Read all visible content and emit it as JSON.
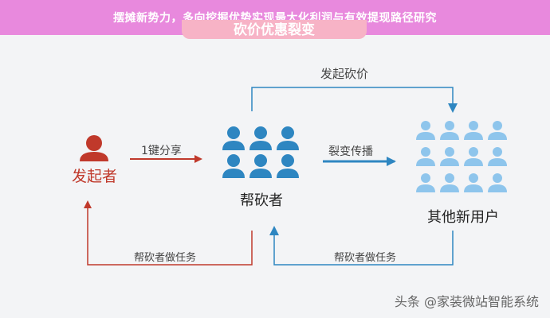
{
  "banner": {
    "title": "摆摊新势力，多向挖掘优势实现最大化利润与有效提现路径研究"
  },
  "header": {
    "title": "砍价优惠裂变"
  },
  "nodes": {
    "initiator": "发起者",
    "helpers": "帮砍者",
    "others": "其他新用户"
  },
  "edges": {
    "share": "1键分享",
    "spread": "裂变传播",
    "bargain": "发起砍价",
    "task_left": "帮砍者做任务",
    "task_right": "帮砍者做任务"
  },
  "watermark": "头条 @家装微站智能系统",
  "colors": {
    "red": "#c0392b",
    "blue": "#2e86c1",
    "light_blue": "#8ec5ec",
    "banner": "#e889dd"
  }
}
